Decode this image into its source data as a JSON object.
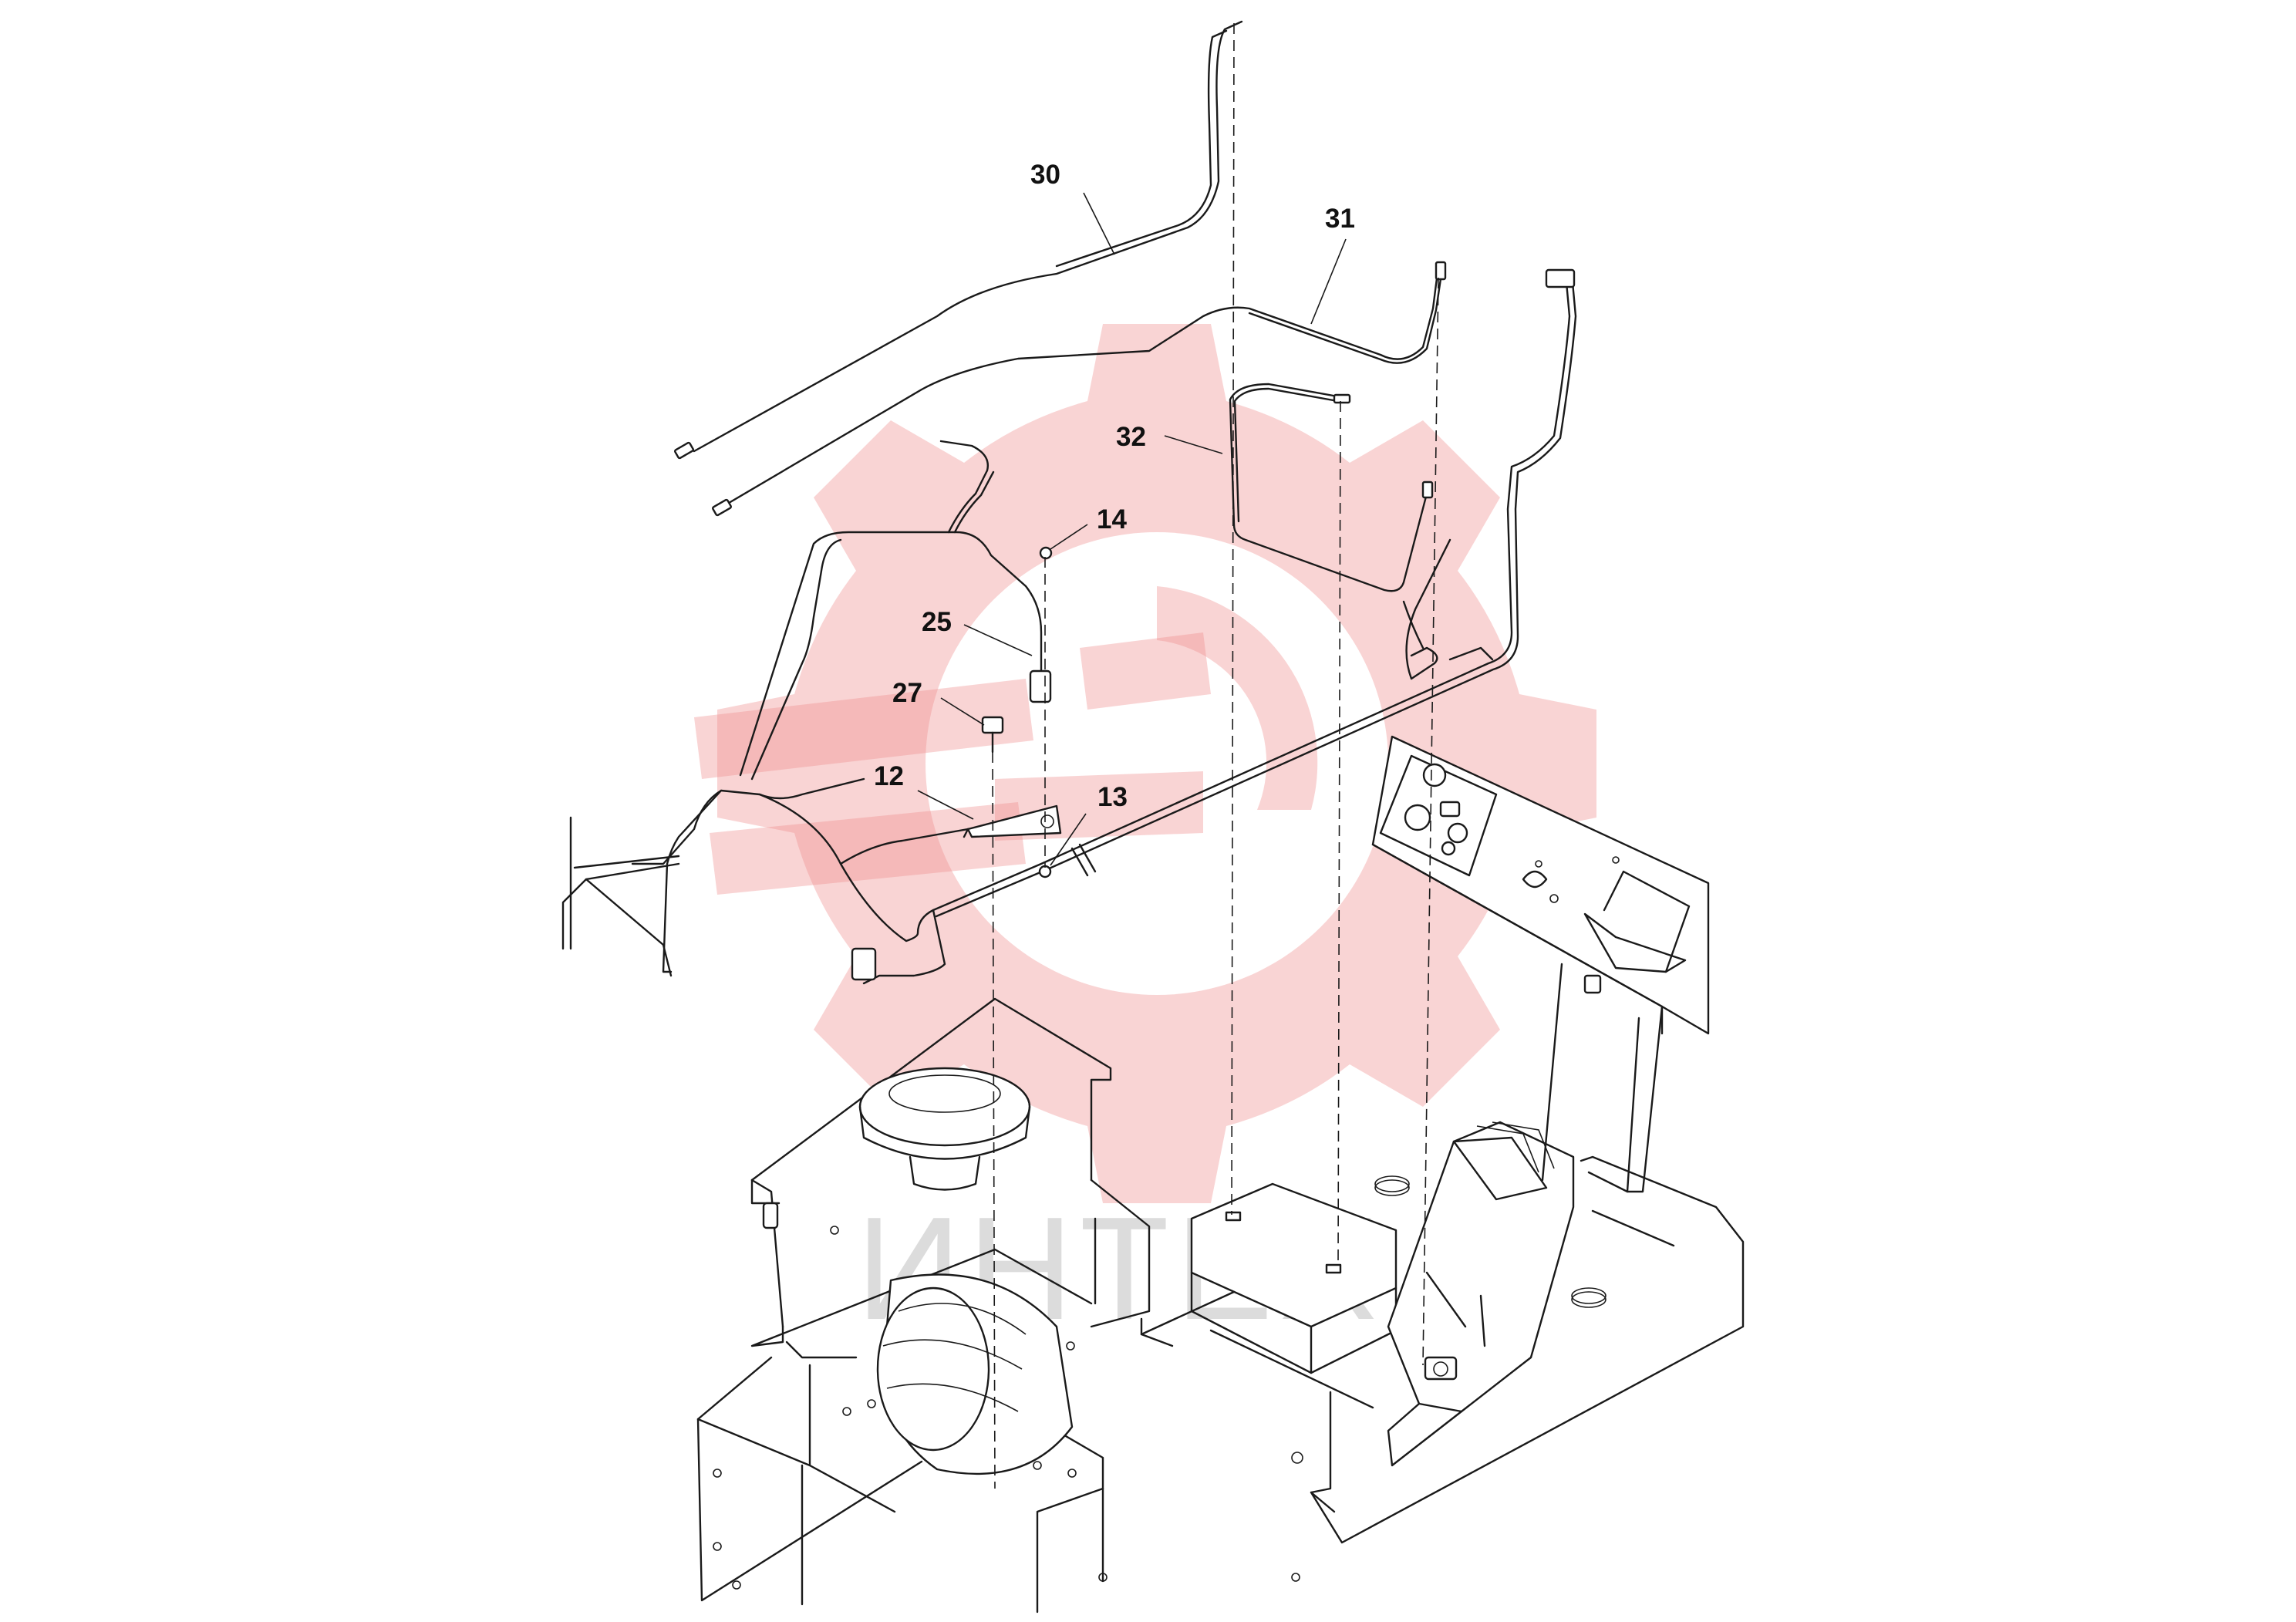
{
  "watermark": {
    "text": "ИНТЕХ",
    "logo_icon": "gear-logo-icon",
    "color": "#f08e8e"
  },
  "callouts": {
    "c30": "30",
    "c31": "31",
    "c32": "32",
    "c14": "14",
    "c25": "25",
    "c27": "27",
    "c12": "12",
    "c13": "13"
  }
}
